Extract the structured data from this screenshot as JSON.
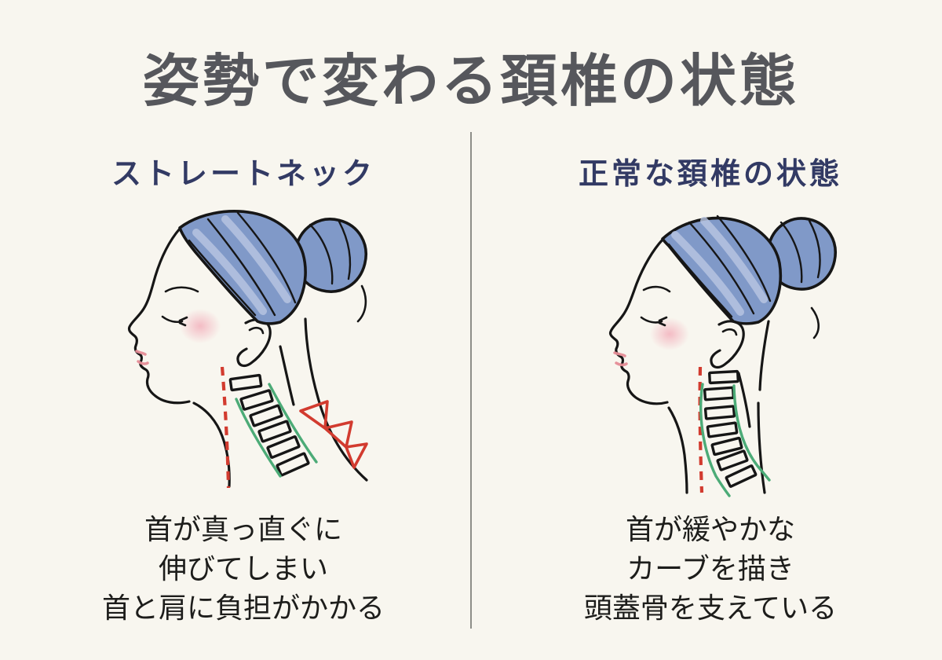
{
  "title": "姿勢で変わる頚椎の状態",
  "left_panel": {
    "heading": "ストレートネック",
    "illustration": "woman-profile-straight-neck",
    "caption_lines": [
      "首が真っ直ぐに",
      "伸びてしまい",
      "首と肩に負担がかかる"
    ]
  },
  "right_panel": {
    "heading": "正常な頚椎の状態",
    "illustration": "woman-profile-normal-neck",
    "caption_lines": [
      "首が緩やかな",
      "カーブを描き",
      "頭蓋骨を支えている"
    ]
  },
  "palette": {
    "background": "#f8f6ef",
    "title_color": "#56575c",
    "subtitle_color": "#323a64",
    "body_color": "#1d1d1b",
    "divider_color": "#8e8e89",
    "hair_blue": "#8099c8",
    "hair_highlight": "#b9c6e2",
    "outline_black": "#161616",
    "blush_pink": "#f2a8b6",
    "lip_pink": "#e58c96",
    "guide_red": "#d23b2f",
    "guide_green": "#4cab77"
  }
}
